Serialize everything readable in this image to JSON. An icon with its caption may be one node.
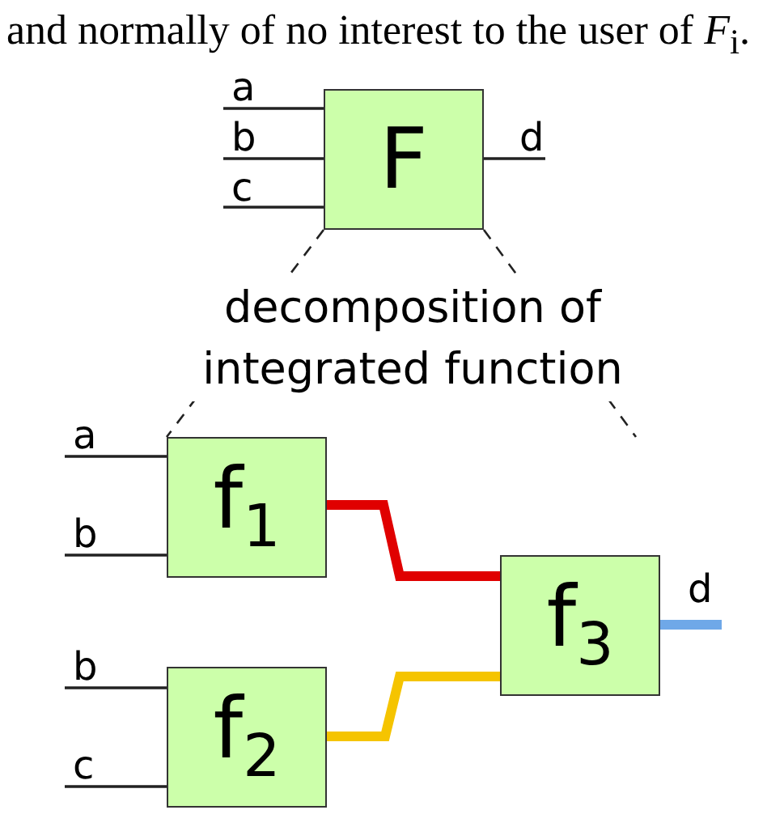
{
  "diagram": {
    "nodes": [
      {
        "text": [
          "F"
        ]
      },
      {
        "text": [
          "f$_{1}$"
        ]
      },
      {
        "text": [
          "f$_{2}$"
        ]
      },
      {
        "text": [
          "f$_{3}$"
        ]
      }
    ],
    "edges": [
      {
        "from": null,
        "to": 0,
        "arrow": "none",
        "label": "a"
      },
      {
        "from": null,
        "to": 0,
        "arrow": "none",
        "label": "b"
      },
      {
        "from": null,
        "to": 0,
        "arrow": "none",
        "label": "c"
      },
      {
        "from": 0,
        "to": null,
        "arrow": "none",
        "label": "d"
      },
      {
        "from": null,
        "to": 1,
        "arrow": "none",
        "label": "a"
      },
      {
        "from": null,
        "to": 1,
        "arrow": "none",
        "label": "b"
      },
      {
        "from": null,
        "to": 2,
        "arrow": "none",
        "label": "b"
      },
      {
        "from": null,
        "to": 2,
        "arrow": "none",
        "label": "c"
      },
      {
        "from": 1,
        "to": 3,
        "arrow": "none",
        "style": "thick",
        "color": "#e00000"
      },
      {
        "from": 2,
        "to": 3,
        "arrow": "none",
        "style": "thick",
        "color": "#f5c400"
      },
      {
        "from": 3,
        "to": null,
        "arrow": "none",
        "label": "d",
        "style": "thick",
        "color": "#6fa8e8"
      },
      {
        "from": 0,
        "to": 1,
        "arrow": "none",
        "style": "dashed"
      },
      {
        "from": 0,
        "to": null,
        "arrow": "none",
        "style": "dashed"
      }
    ],
    "labels": [
      "and normally of no interest to the user of *F*$_{i}$.",
      "decomposition of integrated function"
    ]
  }
}
